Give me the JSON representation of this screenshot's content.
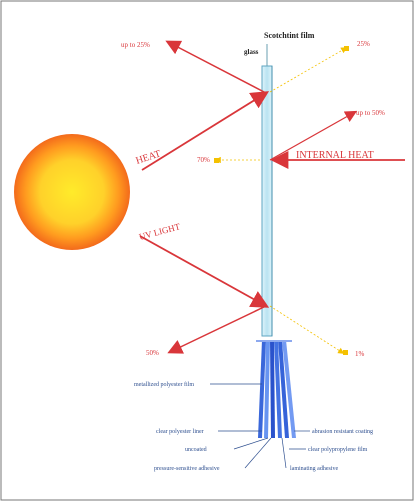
{
  "title": "Scotchtint film",
  "glass_label": "glass",
  "arrows": {
    "reflected_heat": "up to 25%",
    "transmitted_heat": "25%",
    "reemitted_heat": "up to 50%",
    "absorbed": "70%",
    "reflected_uv": "50%",
    "transmitted_uv": "1%"
  },
  "labels": {
    "heat": "HEAT",
    "internal_heat": "INTERNAL HEAT",
    "uv_light": "UV LIGHT"
  },
  "layers": {
    "metallized": "metallized polyester film",
    "clear_liner": "clear polyester liner",
    "coating": "abrasion resistant coating",
    "polypropylene": "clear polypropylene film",
    "pressure_adhesive": "pressure-sensitive adhesive",
    "laminating_adhesive": "laminating adhesive",
    "extra_left": "uncoated"
  },
  "colors": {
    "red": "#d9363a",
    "sun_outer": "#f36a1b",
    "sun_inner": "#ffe52a",
    "glass": "#bfe7f3",
    "film_blue": "#2f5fd8",
    "marker": "#f4c100"
  }
}
